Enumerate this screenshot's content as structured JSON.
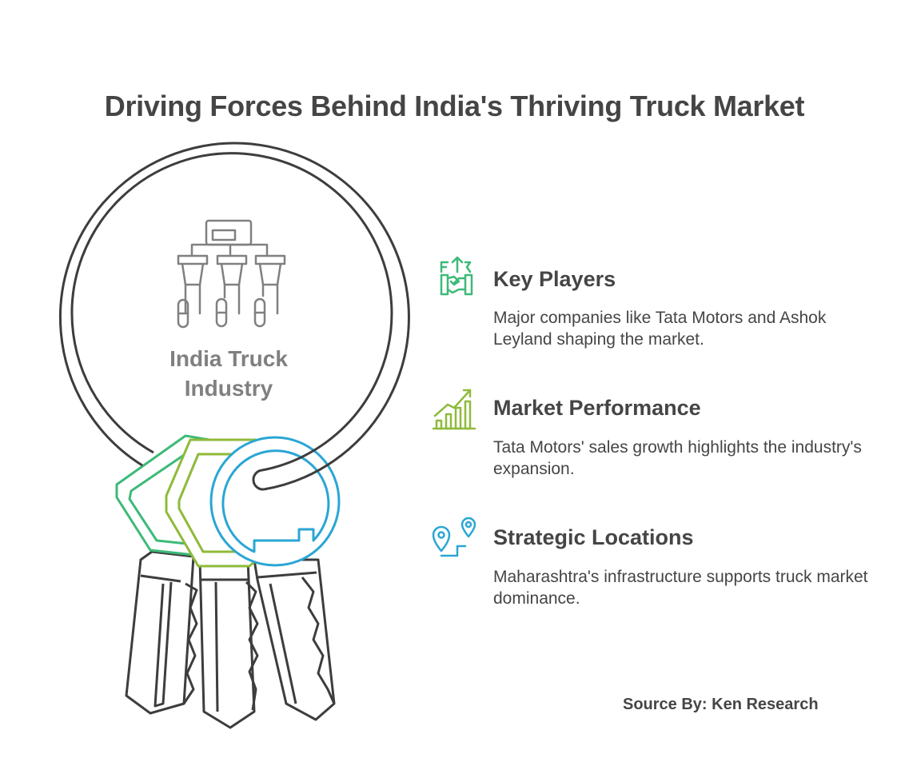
{
  "title": "Driving Forces Behind India's Thriving Truck Market",
  "center": {
    "label_line1": "India Truck",
    "label_line2": "Industry",
    "icon": "org-hierarchy-icon"
  },
  "items": [
    {
      "title": "Key Players",
      "description": "Major companies like Tata Motors and Ashok Leyland shaping the market.",
      "icon": "handshake-icon",
      "color": "#3dba78"
    },
    {
      "title": "Market Performance",
      "description": "Tata Motors' sales growth highlights the industry's expansion.",
      "icon": "growth-chart-icon",
      "color": "#8fba3a"
    },
    {
      "title": "Strategic Locations",
      "description": "Maharashtra's infrastructure supports truck market dominance.",
      "icon": "location-pins-icon",
      "color": "#2aa6d4"
    }
  ],
  "source": "Source By: Ken Research",
  "colors": {
    "text": "#454545",
    "outline": "#3d3d3d",
    "green": "#3dba78",
    "lime": "#8fba3a",
    "blue": "#2aa6d4",
    "center_label": "#808080"
  }
}
